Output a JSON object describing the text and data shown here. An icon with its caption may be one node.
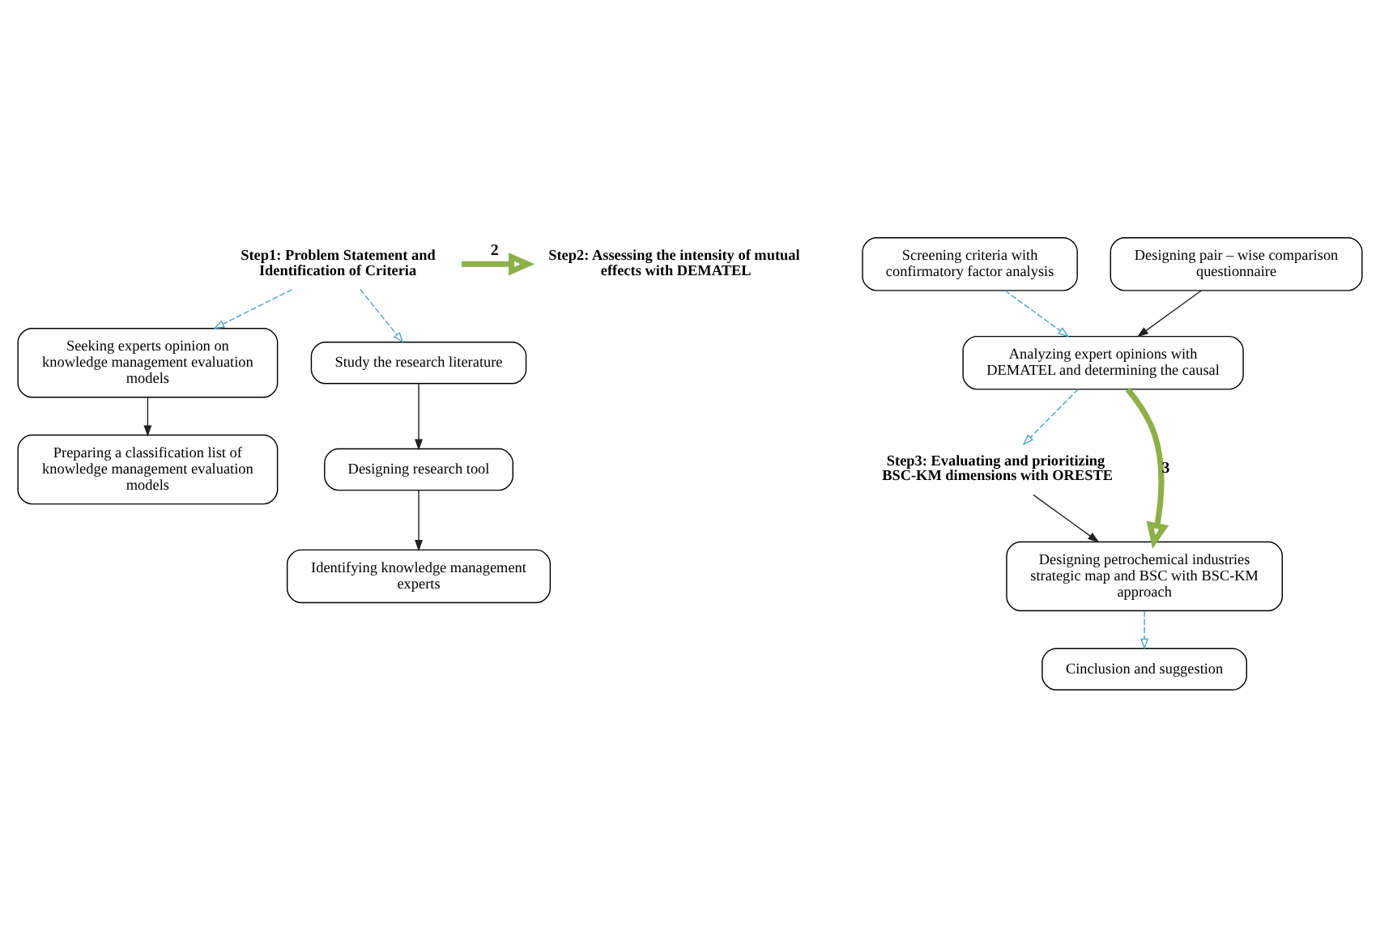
{
  "diagram": {
    "nodes": [
      {
        "text": [
          "Step1: Problem Statement and Identification of Criteria"
        ]
      },
      {
        "text": [
          "Seeking experts opinion on knowledge management evaluation models"
        ]
      },
      {
        "text": [
          "Preparing a classification list of knowledge management evaluation models"
        ]
      },
      {
        "text": [
          "Screening criteria with confirmatory factor analysis"
        ]
      },
      {
        "text": [
          "Study the research literature"
        ]
      },
      {
        "text": [
          "Designing research tool"
        ]
      },
      {
        "text": [
          "Identifying knowledge management experts"
        ]
      },
      {
        "text": [
          "Step2: Assessing the intensity of mutual effects with DEMATEL"
        ]
      },
      {
        "text": [
          "Designing pair – wise comparison questionnaire"
        ]
      },
      {
        "text": [
          "Analyzing expert opinions with DEMATEL and determining the causal"
        ]
      },
      {
        "text": [
          "Step3: Evaluating and prioritizing BSC-KM dimensions with ORESTE"
        ]
      },
      {
        "text": [
          "Designing petrochemical industries strategic map and BSC with BSC-KM approach"
        ]
      },
      {
        "text": [
          "Cinclusion and suggestion"
        ]
      }
    ],
    "edges": [
      {
        "from": 0,
        "to": 1,
        "arrow": "to",
        "style": "dashed",
        "color": "#4aa3c8"
      },
      {
        "from": 0,
        "to": 4,
        "arrow": "to",
        "style": "dashed",
        "color": "#4aa3c8"
      },
      {
        "from": 1,
        "to": 2,
        "arrow": "to",
        "color": "#222222"
      },
      {
        "from": 4,
        "to": 5,
        "arrow": "to",
        "color": "#222222"
      },
      {
        "from": 5,
        "to": 6,
        "arrow": "to",
        "color": "#222222"
      },
      {
        "from": 0,
        "to": 7,
        "arrow": "to",
        "label": "2",
        "style": "thick",
        "color": "#8db04a"
      },
      {
        "from": 8,
        "to": 9,
        "arrow": "to",
        "color": "#222222"
      },
      {
        "from": 3,
        "to": 9,
        "arrow": "to",
        "style": "dashed",
        "color": "#4aa3c8"
      },
      {
        "from": 9,
        "to": 10,
        "arrow": "to",
        "style": "dashed",
        "color": "#4aa3c8"
      },
      {
        "from": 9,
        "to": 11,
        "arrow": "to",
        "label": "3",
        "style": "thick",
        "color": "#8db04a"
      },
      {
        "from": 10,
        "to": 11,
        "arrow": "to",
        "color": "#222222"
      },
      {
        "from": 11,
        "to": 12,
        "arrow": "to",
        "style": "dashed",
        "color": "#4aa3c8"
      }
    ]
  }
}
